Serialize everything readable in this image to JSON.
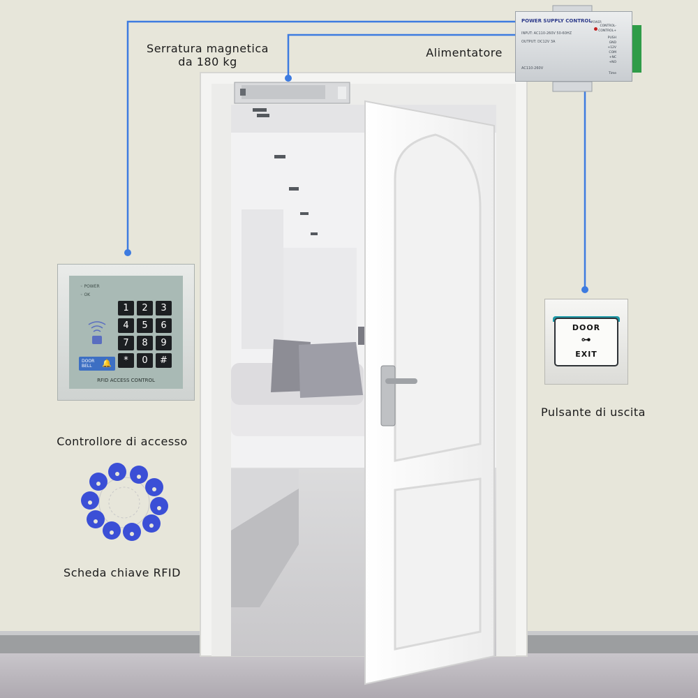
{
  "labels": {
    "lock": "Serratura magnetica",
    "lock_weight": "da 180 kg",
    "power_supply": "Alimentatore",
    "access_controller": "Controllore di accesso",
    "rfid_card": "Scheda chiave RFID",
    "exit_button": "Pulsante di uscita"
  },
  "keypad": {
    "power_led": "POWER",
    "ok_led": "OK",
    "keys": [
      "1",
      "2",
      "3",
      "4",
      "5",
      "6",
      "7",
      "8",
      "9",
      "*",
      "0",
      "#"
    ],
    "doorbell": "DOOR BELL",
    "brand": "RFID ACCESS CONTROL"
  },
  "psu": {
    "title": "POWER SUPPLY CONTROL",
    "input": "INPUT: AC110-260V 50-60HZ",
    "output": "OUTPUT: DC12V  3A",
    "voltage_badge": "AC110-260V",
    "power_led": "POWER",
    "terminals": [
      "CONTROL-",
      "CONTROL+",
      "PUSH",
      "GND",
      "+12V",
      "COM",
      "+NC",
      "+NO"
    ],
    "time_label": "Time"
  },
  "exit": {
    "top": "DOOR",
    "bottom": "EXIT"
  },
  "colors": {
    "wire": "#3d7be0",
    "wall": "#e7e6da",
    "floor": "#b8b3b8",
    "door": "#fbfbfb",
    "keyfob": "#3b4fd6"
  },
  "icons": {
    "exit_key": "key-icon",
    "doorbell": "bell-icon",
    "rfid": "rfid-wave-icon"
  }
}
